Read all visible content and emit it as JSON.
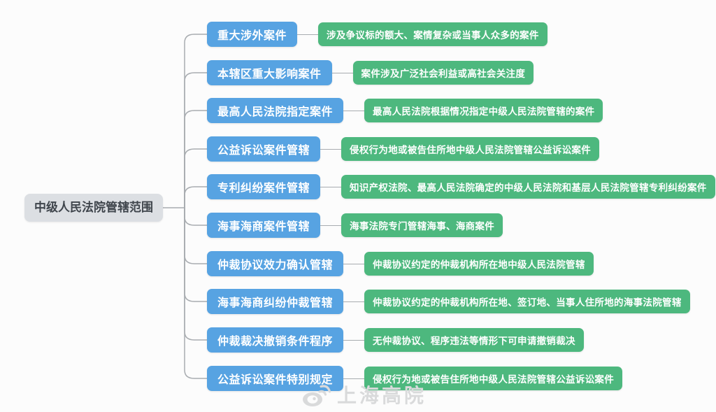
{
  "root": {
    "label": "中级人民法院管辖范围"
  },
  "branches": [
    {
      "label": "重大涉外案件",
      "desc": "涉及争议标的额大、案情复杂或当事人众多的案件"
    },
    {
      "label": "本辖区重大影响案件",
      "desc": "案件涉及广泛社会利益或高社会关注度"
    },
    {
      "label": "最高人民法院指定案件",
      "desc": "最高人民法院根据情况指定中级人民法院管辖的案件"
    },
    {
      "label": "公益诉讼案件管辖",
      "desc": "侵权行为地或被告住所地中级人民法院管辖公益诉讼案件"
    },
    {
      "label": "专利纠纷案件管辖",
      "desc": "知识产权法院、最高人民法院确定的中级人民法院和基层人民法院管辖专利纠纷案件"
    },
    {
      "label": "海事海商案件管辖",
      "desc": "海事法院专门管辖海事、海商案件"
    },
    {
      "label": "仲裁协议效力确认管辖",
      "desc": "仲裁协议约定的仲裁机构所在地中级人民法院管辖"
    },
    {
      "label": "海事海商纠纷仲裁管辖",
      "desc": "仲裁协议约定的仲裁机构所在地、签订地、当事人住所地的海事法院管辖"
    },
    {
      "label": "仲裁裁决撤销条件程序",
      "desc": "无仲裁协议、程序违法等情形下可申请撤销裁决"
    },
    {
      "label": "公益诉讼案件特别规定",
      "desc": "侵权行为地或被告住所地中级人民法院管辖公益诉讼案件"
    }
  ],
  "watermark": {
    "icon": "weibo-icon",
    "label": "上海高院"
  },
  "colors": {
    "branch_blue": "#57a3e2",
    "desc_green": "#4db87e",
    "root_gray": "#dcdfe3",
    "root_text": "#3f454c",
    "connector_line": "#a8acb0",
    "watermark_gray": "#d9dadb",
    "background": "#fcfcfc"
  }
}
